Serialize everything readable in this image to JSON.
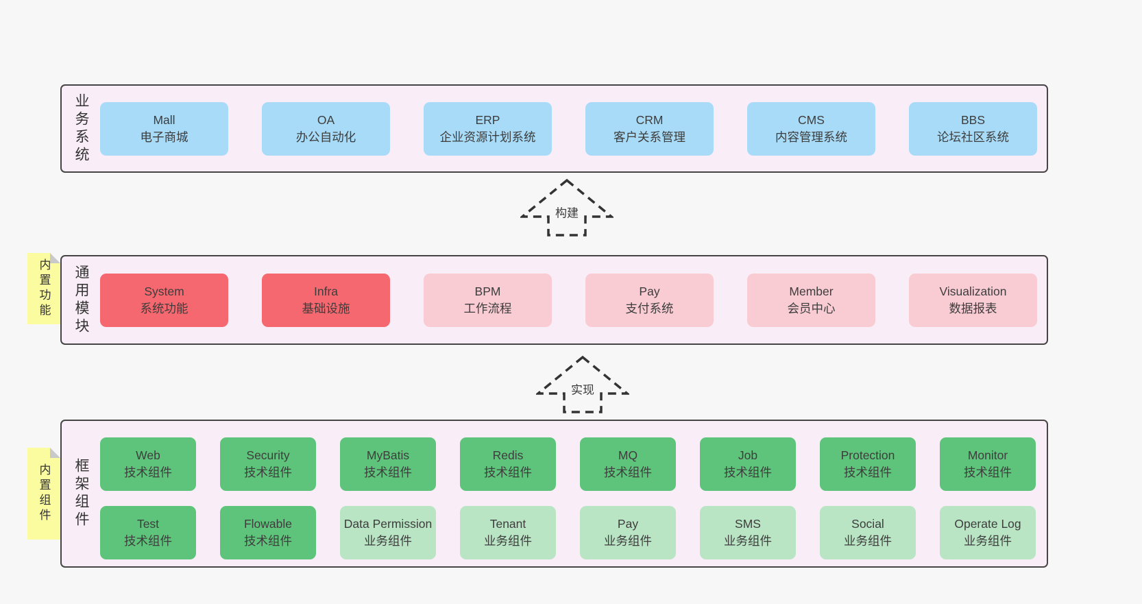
{
  "colors": {
    "page_bg": "#f7f7f7",
    "panel_bg": "#f9eef7",
    "panel_border": "#454545",
    "blue_box": "#a8dbf7",
    "red_box": "#f5686f",
    "pink_box": "#f9ccd4",
    "green_box": "#5fc47b",
    "light_green_box": "#bae5c5",
    "yellow_note": "#fbfba0",
    "note_fold": "#c9c9c9",
    "text": "#3d3d3d"
  },
  "arrows": [
    {
      "label": "构建"
    },
    {
      "label": "实现"
    }
  ],
  "layers": [
    {
      "label": "业务系统",
      "boxes": [
        {
          "name": "Mall",
          "desc": "电子商城"
        },
        {
          "name": "OA",
          "desc": "办公自动化"
        },
        {
          "name": "ERP",
          "desc": "企业资源计划系统"
        },
        {
          "name": "CRM",
          "desc": "客户关系管理"
        },
        {
          "name": "CMS",
          "desc": "内容管理系统"
        },
        {
          "name": "BBS",
          "desc": "论坛社区系统"
        }
      ]
    },
    {
      "label": "通用模块",
      "note": "内置功能",
      "boxes": [
        {
          "name": "System",
          "desc": "系统功能"
        },
        {
          "name": "Infra",
          "desc": "基础设施"
        },
        {
          "name": "BPM",
          "desc": "工作流程"
        },
        {
          "name": "Pay",
          "desc": "支付系统"
        },
        {
          "name": "Member",
          "desc": "会员中心"
        },
        {
          "name": "Visualization",
          "desc": "数据报表"
        }
      ]
    },
    {
      "label": "框架组件",
      "note": "内置组件",
      "rows": [
        [
          {
            "name": "Web",
            "desc": "技术组件"
          },
          {
            "name": "Security",
            "desc": "技术组件"
          },
          {
            "name": "MyBatis",
            "desc": "技术组件"
          },
          {
            "name": "Redis",
            "desc": "技术组件"
          },
          {
            "name": "MQ",
            "desc": "技术组件"
          },
          {
            "name": "Job",
            "desc": "技术组件"
          },
          {
            "name": "Protection",
            "desc": "技术组件"
          },
          {
            "name": "Monitor",
            "desc": "技术组件"
          }
        ],
        [
          {
            "name": "Test",
            "desc": "技术组件"
          },
          {
            "name": "Flowable",
            "desc": "技术组件"
          },
          {
            "name": "Data Permission",
            "desc": "业务组件"
          },
          {
            "name": "Tenant",
            "desc": "业务组件"
          },
          {
            "name": "Pay",
            "desc": "业务组件"
          },
          {
            "name": "SMS",
            "desc": "业务组件"
          },
          {
            "name": "Social",
            "desc": "业务组件"
          },
          {
            "name": "Operate Log",
            "desc": "业务组件"
          }
        ]
      ]
    }
  ]
}
